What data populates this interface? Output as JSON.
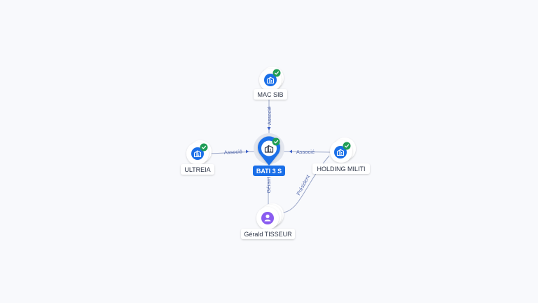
{
  "colors": {
    "edge": "#9aa6c8",
    "edge_label": "#5a6fb0",
    "company_icon": "#1a6fe8",
    "check_badge": "#1f9d55",
    "person_icon": "#8a5cf0",
    "center_pin": "#1a6fe8",
    "label_bg": "#ffffff"
  },
  "center": {
    "name": "BATI 3 S",
    "icon": "building-icon",
    "verified": true
  },
  "nodes": [
    {
      "id": "mac-sib",
      "name": "MAC SIB",
      "kind": "company",
      "icon": "building-icon",
      "verified": true
    },
    {
      "id": "ultreia",
      "name": "ULTREIA",
      "kind": "company",
      "icon": "building-icon",
      "verified": true
    },
    {
      "id": "holding-militi",
      "name": "HOLDING MILITI",
      "kind": "company",
      "icon": "building-icon",
      "verified": true
    },
    {
      "id": "gerald-tisseur",
      "name": "Gérald TISSEUR",
      "kind": "person",
      "icon": "person-icon",
      "verified": false
    }
  ],
  "edges": [
    {
      "from": "mac-sib",
      "to": "center",
      "label": "Associé"
    },
    {
      "from": "ultreia",
      "to": "center",
      "label": "Associé"
    },
    {
      "from": "holding-militi",
      "to": "center",
      "label": "Associé"
    },
    {
      "from": "gerald-tisseur",
      "to": "center",
      "label": "Gérant"
    },
    {
      "from": "gerald-tisseur",
      "to": "holding-militi",
      "label": "Président"
    }
  ]
}
